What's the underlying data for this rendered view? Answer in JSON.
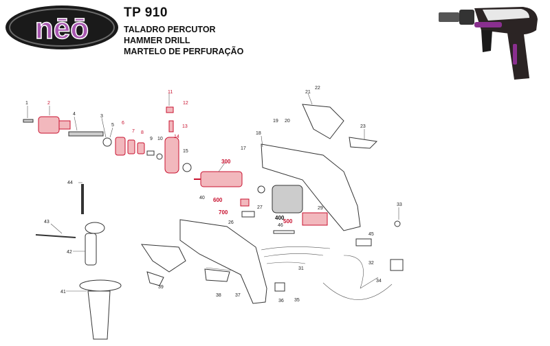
{
  "brand": {
    "logo_text": "nēō",
    "logo_color": "#8a2f8f"
  },
  "header": {
    "model": "TP 910",
    "lines": [
      "TALADRO PERCUTOR",
      "HAMMER DRILL",
      "MARTELO DE PERFURAÇÃO"
    ]
  },
  "colors": {
    "highlight": "#c8102e",
    "text": "#111111"
  },
  "parts": {
    "p1": "1",
    "p2": "2",
    "p3": "3",
    "p4": "4",
    "p5": "5",
    "p6": "6",
    "p7": "7",
    "p8": "8",
    "p9": "9",
    "p10": "10",
    "p11": "11",
    "p12": "12",
    "p13": "13",
    "p14": "14",
    "p15": "15",
    "p17": "17",
    "p18": "18",
    "p19": "19",
    "p20": "20",
    "p21": "21",
    "p22": "22",
    "p23": "23",
    "p26": "26",
    "p27": "27",
    "p29": "29",
    "p31": "31",
    "p32": "32",
    "p33": "33",
    "p34": "34",
    "p35": "35",
    "p36": "36",
    "p37": "37",
    "p38": "38",
    "p39": "39",
    "p40": "40",
    "p41": "41",
    "p42": "42",
    "p43": "43",
    "p44": "44",
    "p45": "45",
    "p46": "46",
    "p300": "300",
    "p400": "400",
    "p500": "500",
    "p600": "600",
    "p700": "700"
  }
}
